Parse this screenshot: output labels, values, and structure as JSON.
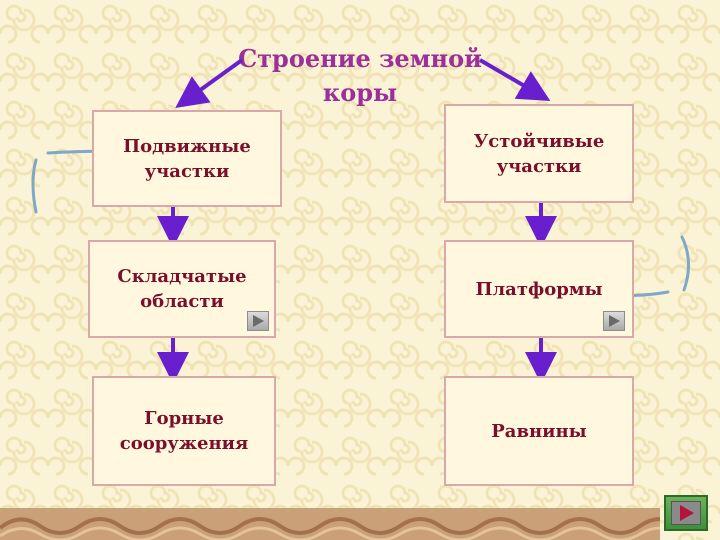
{
  "title": {
    "line1": "Строение земной",
    "line2": "коры"
  },
  "left_column": {
    "top": {
      "line1": "Подвижные",
      "line2": "участки"
    },
    "middle": {
      "line1": "Складчатые",
      "line2": "области"
    },
    "bottom": {
      "line1": "Горные",
      "line2": "сооружения"
    }
  },
  "right_column": {
    "top": {
      "line1": "Устойчивые",
      "line2": "участки"
    },
    "middle": {
      "line1": "Платформы"
    },
    "bottom": {
      "line1": "Равнины"
    }
  },
  "colors": {
    "background": "#fbf3d6",
    "title": "#9c2f9a",
    "box_text": "#7a0f2a",
    "box_border": "#d9a8a8",
    "arrow": "#6a1fcf",
    "annotation": "#7fa7c6"
  },
  "icons": {
    "play": "play-triangle-icon",
    "nav": "next-slide-icon"
  }
}
